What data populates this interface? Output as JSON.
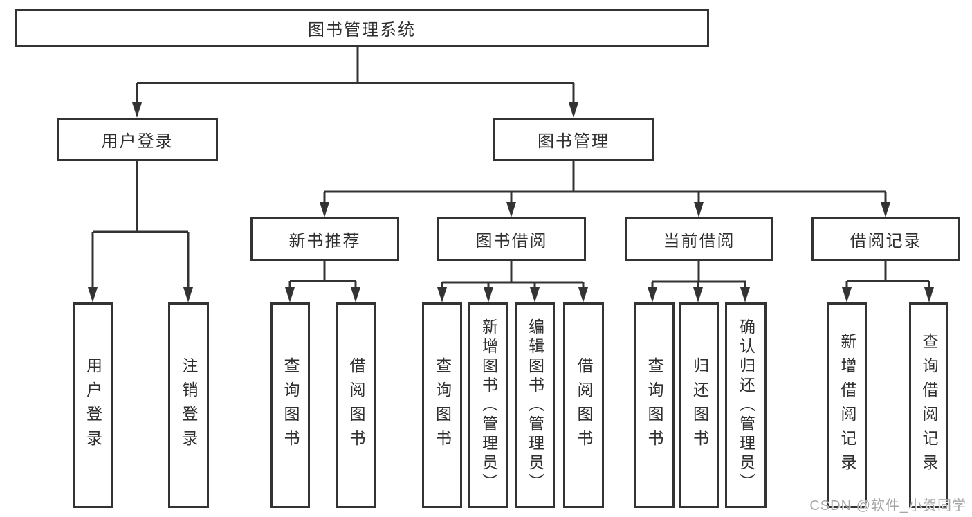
{
  "watermark": "CSDN @软件_小贺同学",
  "colors": {
    "line": "#333333",
    "text": "#2f2f2f",
    "background": "#ffffff",
    "watermark": "#a6a6a6"
  },
  "tree": {
    "label": "图书管理系统",
    "children": [
      {
        "label": "用户登录",
        "children": [
          {
            "label": "用户登录"
          },
          {
            "label": "注销登录"
          }
        ]
      },
      {
        "label": "图书管理",
        "children": [
          {
            "label": "新书推荐",
            "children": [
              {
                "label": "查询图书"
              },
              {
                "label": "借阅图书"
              }
            ]
          },
          {
            "label": "图书借阅",
            "children": [
              {
                "label": "查询图书"
              },
              {
                "label": "新增图书（管理员）"
              },
              {
                "label": "编辑图书（管理员）"
              },
              {
                "label": "借阅图书"
              }
            ]
          },
          {
            "label": "当前借阅",
            "children": [
              {
                "label": "查询图书"
              },
              {
                "label": "归还图书"
              },
              {
                "label": "确认归还（管理员）"
              }
            ]
          },
          {
            "label": "借阅记录",
            "children": [
              {
                "label": "新增借阅记录"
              },
              {
                "label": "查询借阅记录"
              }
            ]
          }
        ]
      }
    ]
  }
}
